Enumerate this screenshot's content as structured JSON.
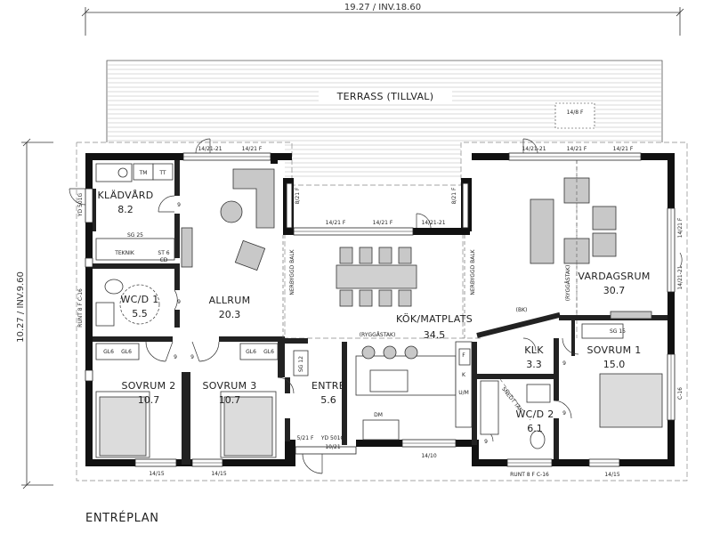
{
  "dimensions": {
    "top": "19.27 / INV.18.60",
    "left": "10.27 / INV.9.60"
  },
  "plan_title": "ENTRÉPLAN",
  "terrace": {
    "label": "TERRASS (TILLVAL)",
    "window_tag": "14/8 F"
  },
  "rooms": {
    "kladvard": {
      "name": "KLÄDVÅRD",
      "area": "8.2"
    },
    "wc1": {
      "name": "WC/D 1",
      "area": "5.5"
    },
    "allrum": {
      "name": "ALLRUM",
      "area": "20.3"
    },
    "sovrum2": {
      "name": "SOVRUM 2",
      "area": "10.7"
    },
    "sovrum3": {
      "name": "SOVRUM 3",
      "area": "10.7"
    },
    "entre": {
      "name": "ENTRÉ",
      "area": "5.6"
    },
    "kok": {
      "name": "KÖK/MATPLATS",
      "area": "34.5"
    },
    "klk": {
      "name": "KLK",
      "area": "3.3"
    },
    "wc2": {
      "name": "WC/D 2",
      "area": "6.1"
    },
    "sovrum1": {
      "name": "SOVRUM 1",
      "area": "15.0"
    },
    "vardagsrum": {
      "name": "VARDAGSRUM",
      "area": "30.7"
    }
  },
  "annotations": {
    "tm": "TM",
    "tt": "TT",
    "sg25": "SG 25",
    "teknik": "TEKNIK",
    "st6": "ST 6",
    "cd": "CD",
    "gl6": "GL6",
    "sg12": "SG 12",
    "sg15": "SG 15",
    "f": "F",
    "k": "K",
    "um": "U/M",
    "dm": "DM",
    "bk": "(BK)",
    "ryggastak": "(RYGGÅSTAK)",
    "nerbyggd_balk": "NERBYGGD BALK",
    "runt_8f": "RUNT 8 F C-16",
    "yd_501g": "YD 501G",
    "door_9": "9",
    "door_10_21": "10/21",
    "door_5_21": "5/21 F",
    "slant_tak": "SNEDT TAK",
    "c16": "C-16"
  },
  "windows": {
    "w14_21f": "14/21 F",
    "w14_21_21": "14/21-21",
    "w8_21f": "8/21 F",
    "w14_15": "14/15",
    "w14_10": "14/10"
  }
}
